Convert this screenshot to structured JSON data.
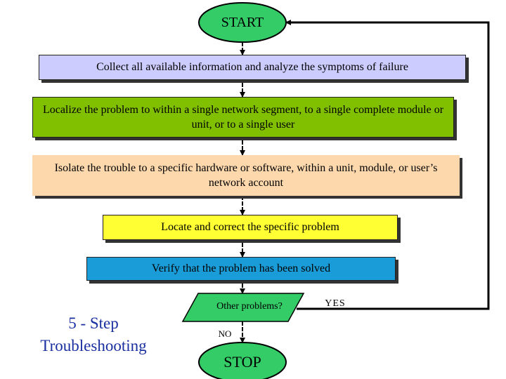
{
  "start": "START",
  "steps": [
    "Collect all available information and analyze the symptoms of failure",
    "Localize the problem to within a single network segment, to a single complete module or unit, or to a single user",
    "Isolate the trouble to a specific hardware or software, within a unit, module, or user’s network account",
    "Locate and correct the specific problem",
    "Verify that the problem has been solved"
  ],
  "decision": "Other problems?",
  "yes": "YES",
  "no": "NO",
  "stop": "STOP",
  "caption": {
    "line1": "5 - Step",
    "line2": "Troubleshooting"
  },
  "colors": {
    "terminal": "#33cc66",
    "step1": "#ccccff",
    "step2": "#80c000",
    "step3": "#fdd8ad",
    "step4": "#ffff33",
    "step5": "#1a9cd8",
    "decision": "#33cc66",
    "caption": "#1a2fa0"
  }
}
